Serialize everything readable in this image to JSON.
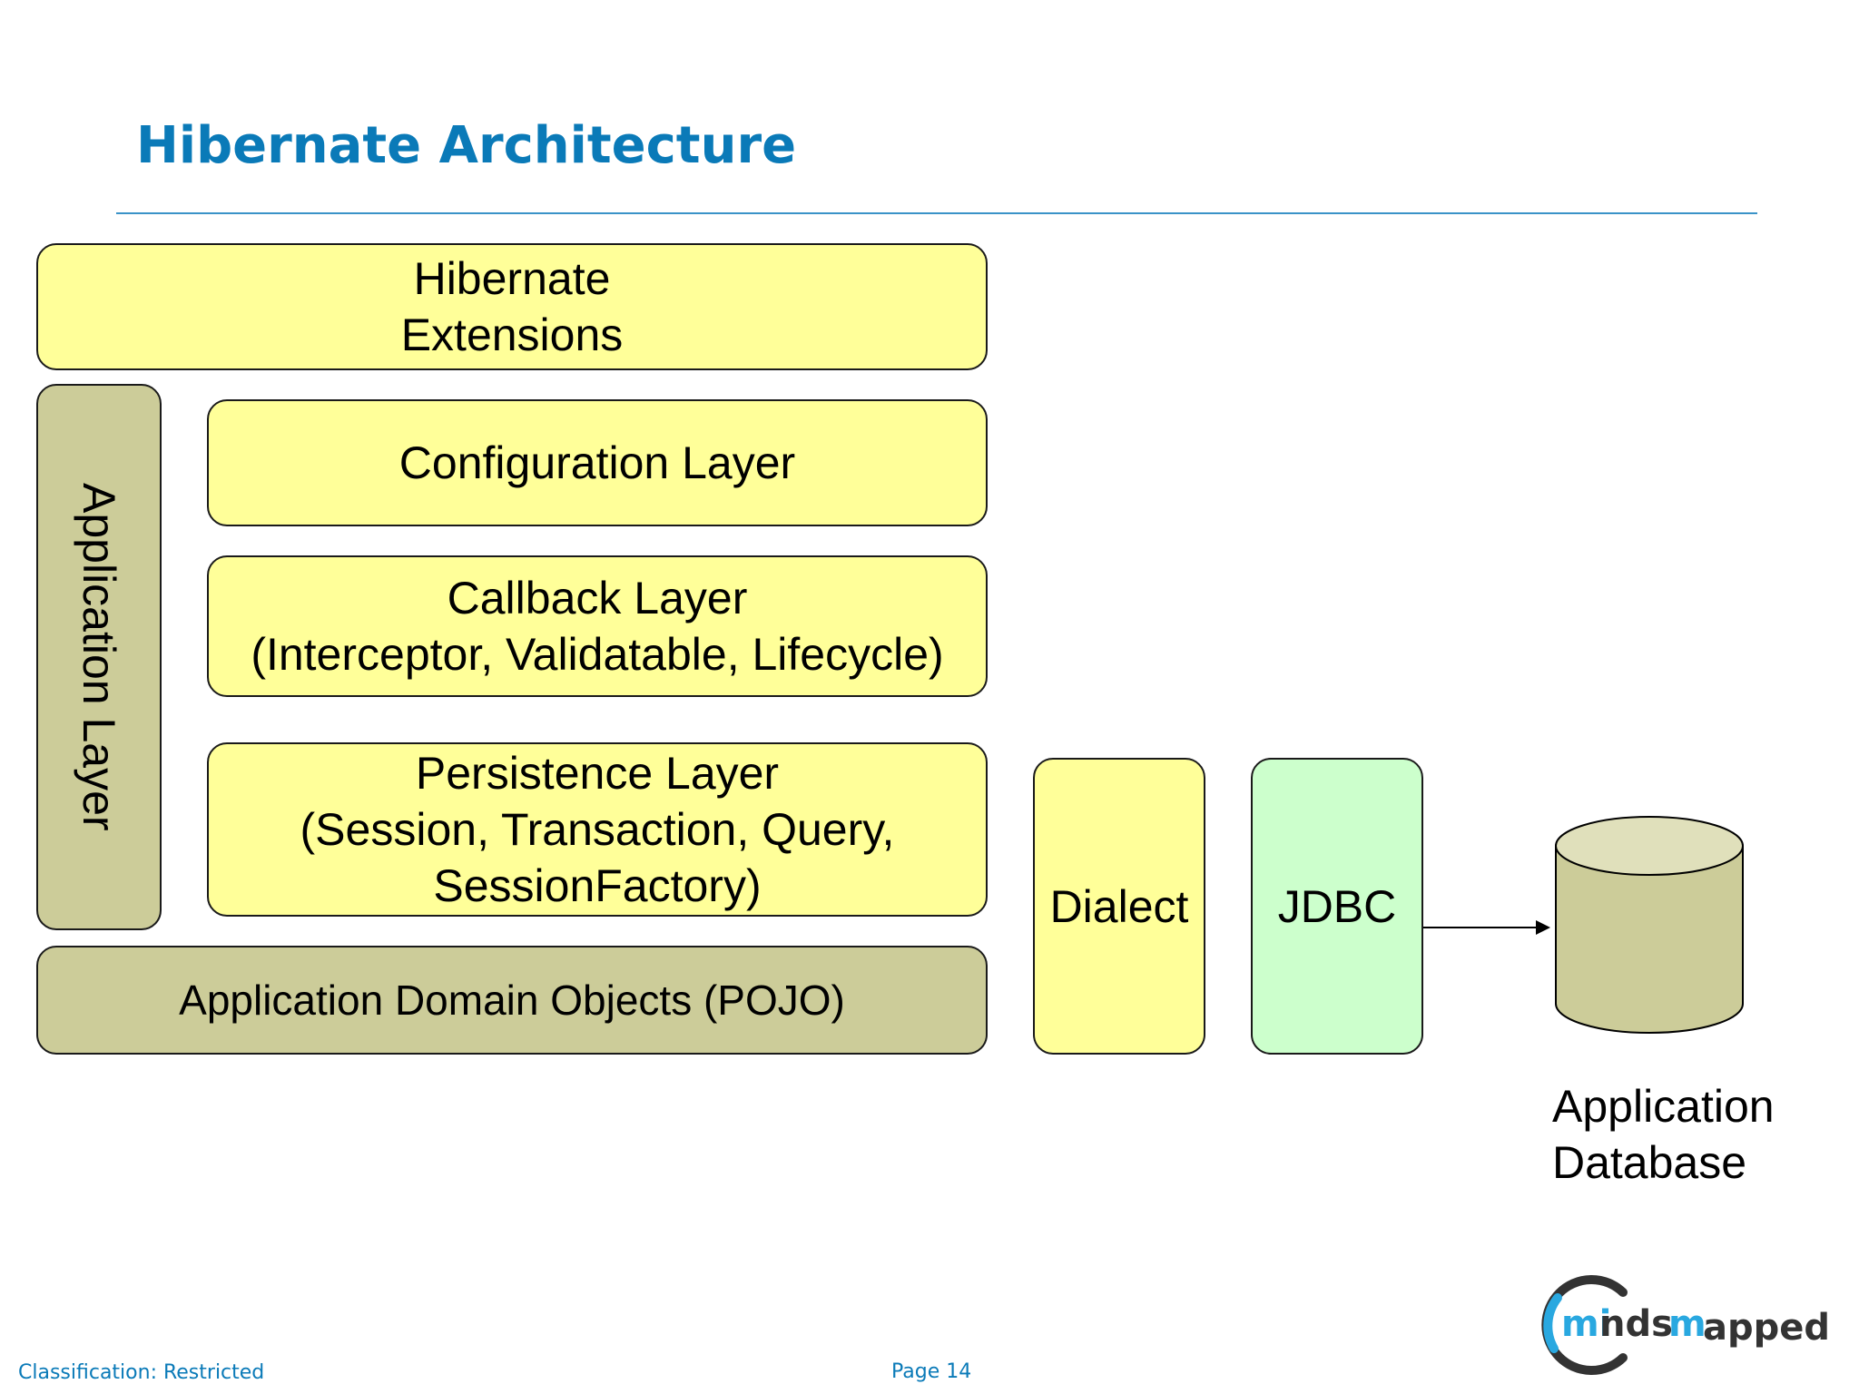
{
  "slide": {
    "title": "Hibernate Architecture",
    "footer_classification": "Classification: Restricted",
    "footer_page": "Page 14",
    "logo_text": "mindsmapped"
  },
  "diagram": {
    "extensions": {
      "lines": [
        "Hibernate",
        "Extensions"
      ]
    },
    "application_layer": {
      "label": "Application Layer"
    },
    "configuration_layer": {
      "label": "Configuration Layer"
    },
    "callback_layer": {
      "lines": [
        "Callback Layer",
        "(Interceptor, Validatable, Lifecycle)"
      ]
    },
    "persistence_layer": {
      "lines": [
        "Persistence Layer",
        "(Session, Transaction, Query,",
        "SessionFactory)"
      ]
    },
    "domain_objects": {
      "label": "Application Domain Objects (POJO)"
    },
    "dialect": {
      "label": "Dialect"
    },
    "jdbc": {
      "label": "JDBC"
    },
    "database": {
      "lines": [
        "Application",
        "Database"
      ]
    }
  },
  "colors": {
    "title": "#0a7ab8",
    "yellow_box": "#ffff99",
    "olive_box": "#cccc99",
    "green_box": "#ccffcc",
    "logo_blue": "#29a8e0",
    "logo_dark": "#333333"
  }
}
